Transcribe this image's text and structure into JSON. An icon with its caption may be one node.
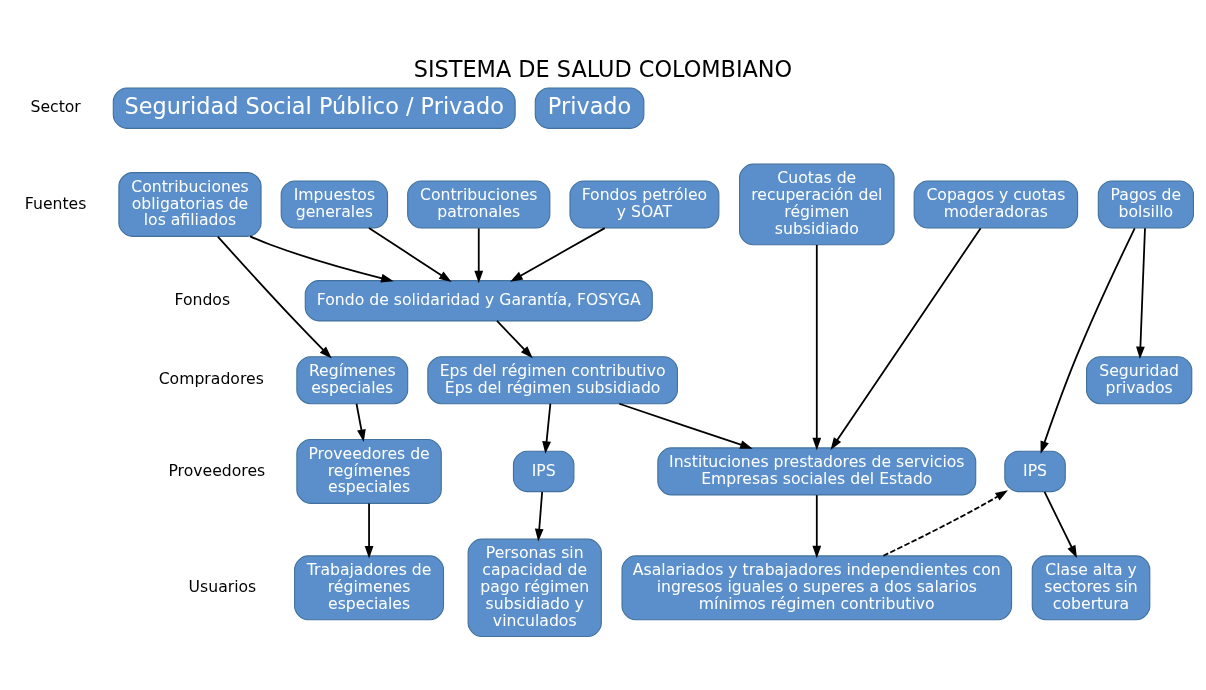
{
  "diagram": {
    "title": "SISTEMA DE SALUD COLOMBIANO",
    "nodes": [
      {
        "text": [
          "Seguridad Social Público / Privado"
        ]
      },
      {
        "text": [
          "Privado"
        ]
      },
      {
        "text": [
          "Contribuciones obligatorias de los afiliados"
        ]
      },
      {
        "text": [
          "Impuestos generales"
        ]
      },
      {
        "text": [
          "Contribuciones patronales"
        ]
      },
      {
        "text": [
          "Fondos petróleo y SOAT"
        ]
      },
      {
        "text": [
          "Cuotas de recuperación del régimen subsidiado"
        ]
      },
      {
        "text": [
          "Copagos y cuotas moderadoras"
        ]
      },
      {
        "text": [
          "Pagos de bolsillo"
        ]
      },
      {
        "text": [
          "Fondo de solidaridad y Garantía, FOSYGA"
        ]
      },
      {
        "text": [
          "Regímenes especiales"
        ]
      },
      {
        "text": [
          "Eps del régimen contributivo Eps del régimen subsidiado"
        ]
      },
      {
        "text": [
          "Seguridad privados"
        ]
      },
      {
        "text": [
          "Proveedores de regímenes especiales"
        ]
      },
      {
        "text": [
          "IPS"
        ]
      },
      {
        "text": [
          "Instituciones prestadores de servicios Empresas sociales del Estado"
        ]
      },
      {
        "text": [
          "IPS"
        ]
      },
      {
        "text": [
          "Trabajadores de régimenes especiales"
        ]
      },
      {
        "text": [
          "Personas sin capacidad de pago régimen subsidiado y vinculados"
        ]
      },
      {
        "text": [
          "Asalariados y trabajadores independientes con ingresos iguales o superes a dos salarios mínimos régimen contributivo"
        ]
      },
      {
        "text": [
          "Clase alta y sectores sin cobertura"
        ]
      }
    ],
    "edges": [
      {
        "from": 2,
        "to": 10,
        "arrow": "to"
      },
      {
        "from": 2,
        "to": 9,
        "arrow": "to"
      },
      {
        "from": 3,
        "to": 9,
        "arrow": "to"
      },
      {
        "from": 4,
        "to": 9,
        "arrow": "to"
      },
      {
        "from": 5,
        "to": 9,
        "arrow": "to"
      },
      {
        "from": 9,
        "to": 11,
        "arrow": "to"
      },
      {
        "from": 6,
        "to": 15,
        "arrow": "to"
      },
      {
        "from": 7,
        "to": 15,
        "arrow": "to"
      },
      {
        "from": 8,
        "to": 12,
        "arrow": "to"
      },
      {
        "from": 8,
        "to": 16,
        "arrow": "to"
      },
      {
        "from": 10,
        "to": 13,
        "arrow": "to"
      },
      {
        "from": 11,
        "to": 14,
        "arrow": "to"
      },
      {
        "from": 11,
        "to": 15,
        "arrow": "to"
      },
      {
        "from": 13,
        "to": 17,
        "arrow": "to"
      },
      {
        "from": 14,
        "to": 18,
        "arrow": "to"
      },
      {
        "from": 15,
        "to": 19,
        "arrow": "to"
      },
      {
        "from": 19,
        "to": 16,
        "arrow": "to",
        "style": "dashed"
      },
      {
        "from": 16,
        "to": 20,
        "arrow": "to"
      }
    ],
    "labels": [
      "Sector",
      "Fuentes",
      "Fondos",
      "Compradores",
      "Proveedores",
      "Usuarios"
    ]
  }
}
